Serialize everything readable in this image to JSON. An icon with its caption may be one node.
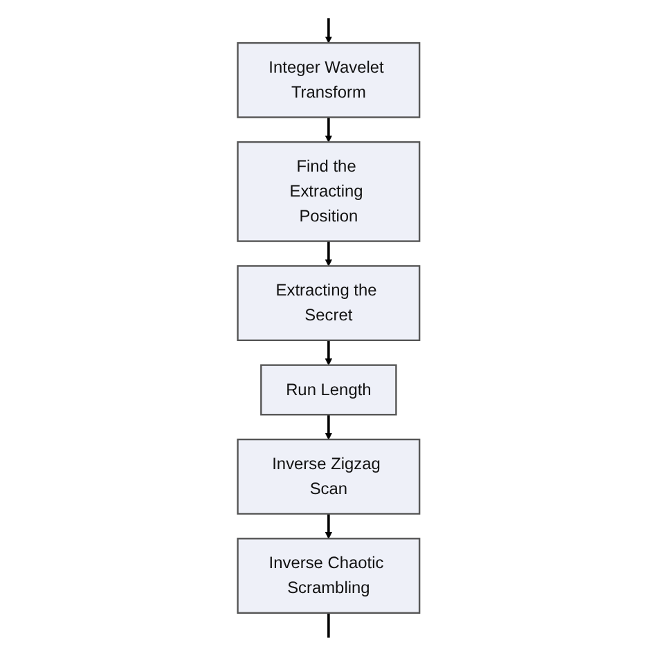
{
  "diagram": {
    "nodes": [
      {
        "text": [
          "Integer Wavelet Transform"
        ]
      },
      {
        "text": [
          "Find the Extracting Position"
        ]
      },
      {
        "text": [
          "Extracting the Secret"
        ]
      },
      {
        "text": [
          "Run Length"
        ]
      },
      {
        "text": [
          "Inverse Zigzag Scan"
        ]
      },
      {
        "text": [
          "Inverse Chaotic Scrambling"
        ]
      }
    ],
    "edges": [
      {
        "from": null,
        "to": 0,
        "arrow": "to"
      },
      {
        "from": 0,
        "to": 1,
        "arrow": "to"
      },
      {
        "from": 1,
        "to": 2,
        "arrow": "to"
      },
      {
        "from": 2,
        "to": 3,
        "arrow": "to"
      },
      {
        "from": 3,
        "to": 4,
        "arrow": "to"
      },
      {
        "from": 4,
        "to": 5,
        "arrow": "to"
      },
      {
        "from": 5,
        "to": null,
        "arrow": "none"
      }
    ]
  }
}
